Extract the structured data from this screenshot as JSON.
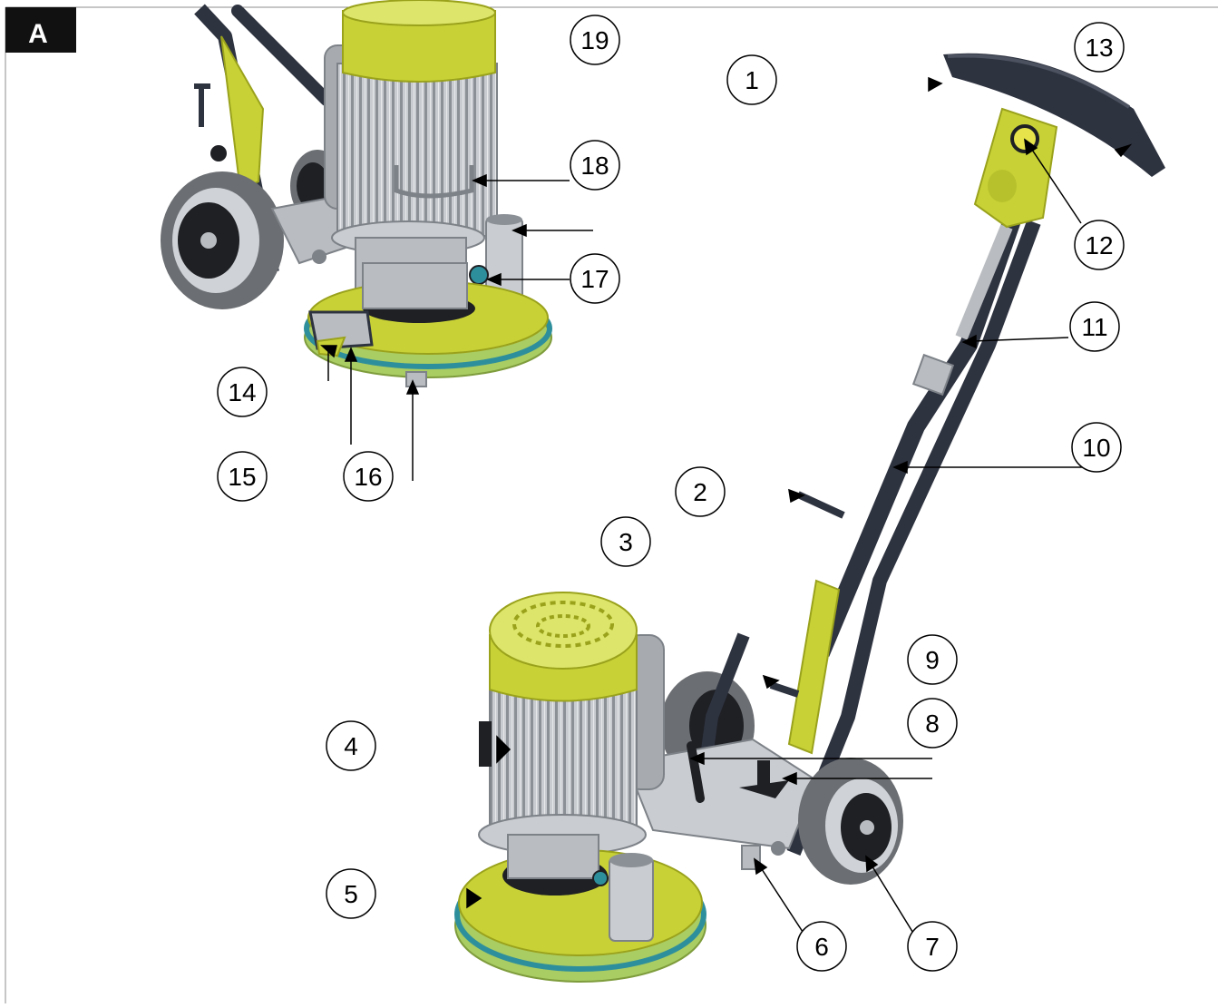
{
  "figure": {
    "panel_label": "A",
    "colors": {
      "lime": "#c8d236",
      "lime_dark": "#9aa21c",
      "lime_light": "#dde56a",
      "frame": "#2e3340",
      "metal": "#b9bcc0",
      "metal_dark": "#7d8288",
      "tire": "#6b6e72",
      "hub": "#1e2024",
      "teal": "#2e8f9c",
      "pad": "#a9cc63",
      "line": "#000000",
      "panel_label_bg": "#111111"
    }
  },
  "callouts": [
    {
      "id": "1",
      "label": "1"
    },
    {
      "id": "2",
      "label": "2"
    },
    {
      "id": "3",
      "label": "3"
    },
    {
      "id": "4",
      "label": "4"
    },
    {
      "id": "5",
      "label": "5"
    },
    {
      "id": "6",
      "label": "6"
    },
    {
      "id": "7",
      "label": "7"
    },
    {
      "id": "8",
      "label": "8"
    },
    {
      "id": "9",
      "label": "9"
    },
    {
      "id": "10",
      "label": "10"
    },
    {
      "id": "11",
      "label": "11"
    },
    {
      "id": "12",
      "label": "12"
    },
    {
      "id": "13",
      "label": "13"
    },
    {
      "id": "14",
      "label": "14"
    },
    {
      "id": "15",
      "label": "15"
    },
    {
      "id": "16",
      "label": "16"
    },
    {
      "id": "17",
      "label": "17"
    },
    {
      "id": "18",
      "label": "18"
    },
    {
      "id": "19",
      "label": "19"
    }
  ]
}
